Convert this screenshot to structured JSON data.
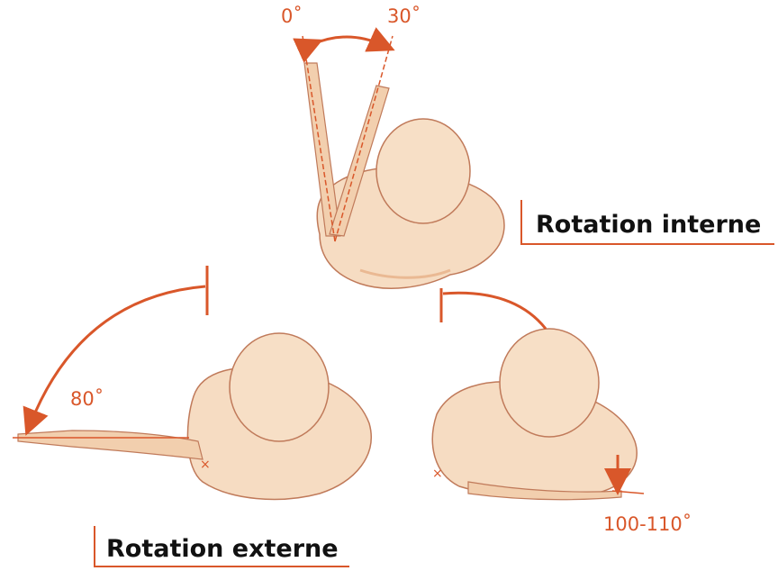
{
  "labels": {
    "top_left_angle": "0˚",
    "top_right_angle": "30˚",
    "internal_rotation": "Rotation interne",
    "external_rotation_angle": "80˚",
    "external_rotation": "Rotation externe",
    "right_angle": "100-110˚"
  },
  "colors": {
    "accent": "#d9572a",
    "skin": "#f6dcc2",
    "skin_shadow": "#eab993",
    "outline": "#c07a5a",
    "text": "#111111"
  },
  "icons": {
    "top_figure": "shoulder-figure-top",
    "left_figure": "shoulder-figure-left",
    "right_figure": "shoulder-figure-right"
  }
}
